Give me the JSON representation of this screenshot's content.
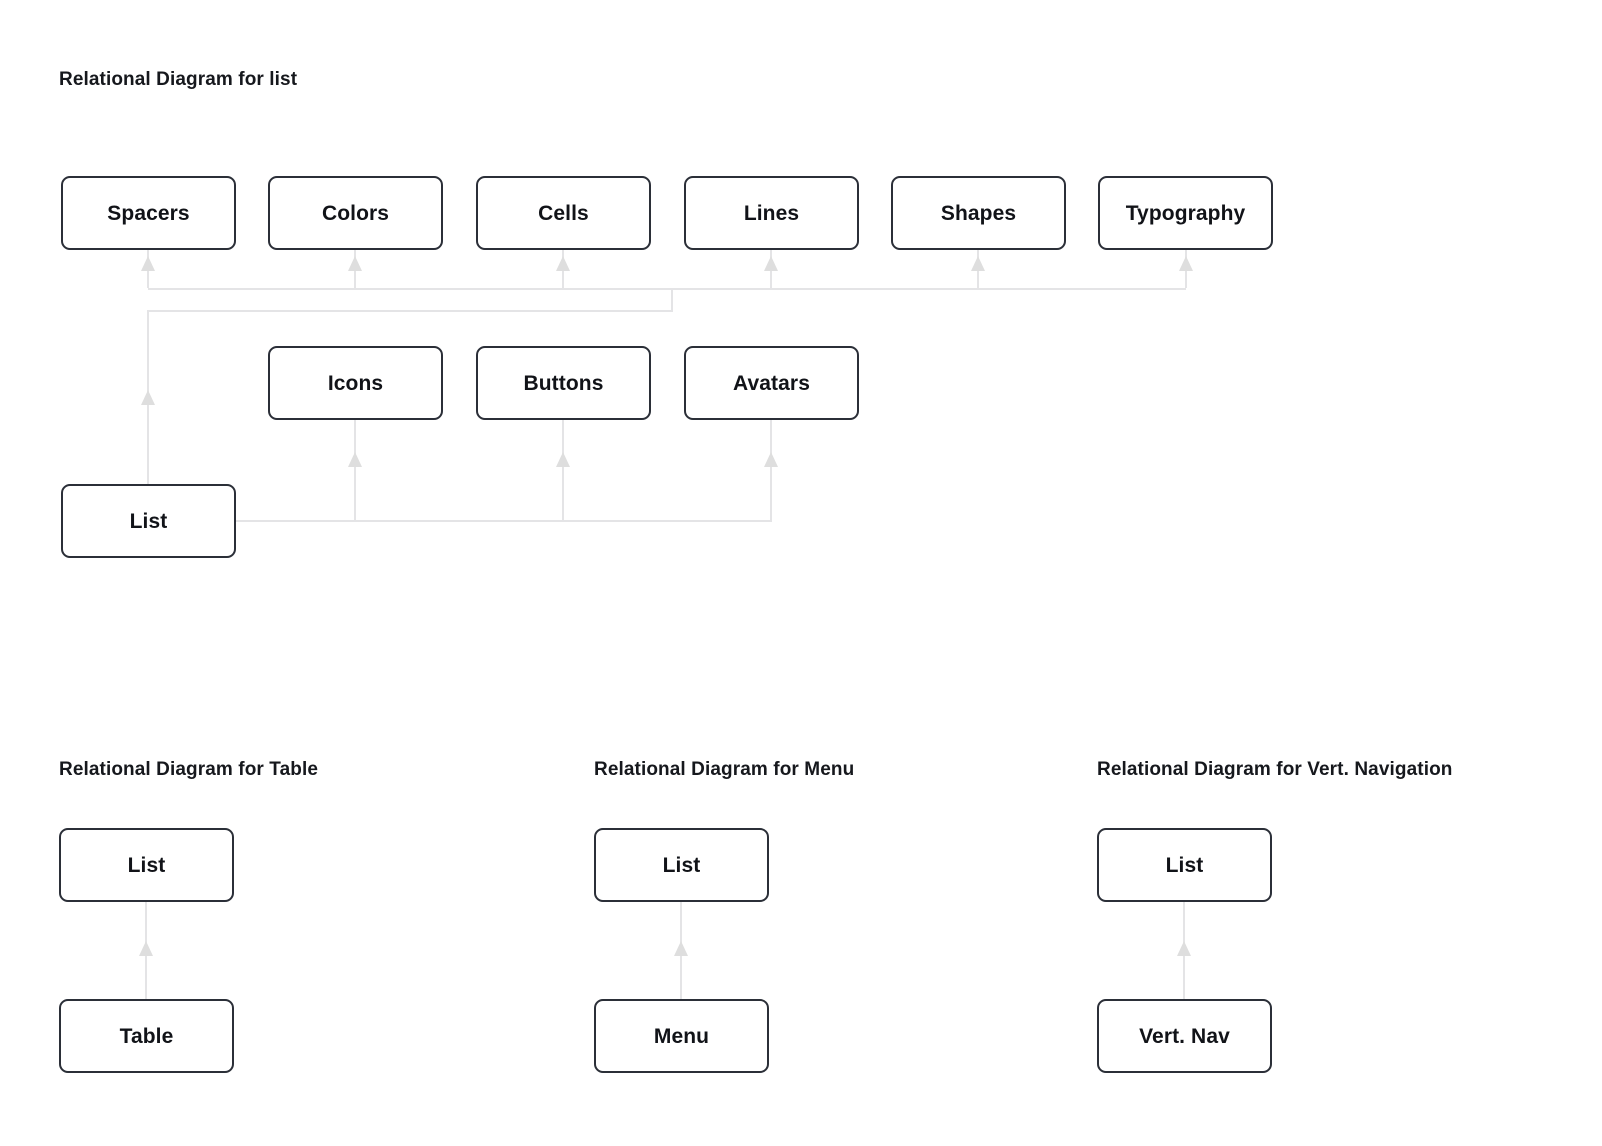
{
  "diagrams": [
    {
      "id": "list",
      "title": "Relational Diagram for list",
      "nodes": {
        "spacers": "Spacers",
        "colors": "Colors",
        "cells": "Cells",
        "lines": "Lines",
        "shapes": "Shapes",
        "typography": "Typography",
        "icons": "Icons",
        "buttons": "Buttons",
        "avatars": "Avatars",
        "list": "List"
      },
      "edges": [
        {
          "from": "List",
          "to": "Spacers"
        },
        {
          "from": "List",
          "to": "Colors"
        },
        {
          "from": "List",
          "to": "Cells"
        },
        {
          "from": "List",
          "to": "Lines"
        },
        {
          "from": "List",
          "to": "Shapes"
        },
        {
          "from": "List",
          "to": "Typography"
        },
        {
          "from": "List",
          "to": "Icons"
        },
        {
          "from": "List",
          "to": "Buttons"
        },
        {
          "from": "List",
          "to": "Avatars"
        }
      ]
    },
    {
      "id": "table",
      "title": "Relational Diagram for Table",
      "nodes": {
        "parent": "List",
        "child": "Table"
      },
      "edges": [
        {
          "from": "Table",
          "to": "List"
        }
      ]
    },
    {
      "id": "menu",
      "title": "Relational Diagram for Menu",
      "nodes": {
        "parent": "List",
        "child": "Menu"
      },
      "edges": [
        {
          "from": "Menu",
          "to": "List"
        }
      ]
    },
    {
      "id": "vertnav",
      "title": "Relational Diagram for Vert. Navigation",
      "nodes": {
        "parent": "List",
        "child": "Vert. Nav"
      },
      "edges": [
        {
          "from": "Vert. Nav",
          "to": "List"
        }
      ]
    }
  ],
  "colors": {
    "node_border": "#2b2f38",
    "node_fill": "#ffffff",
    "connector": "#e4e4e6",
    "arrowhead": "#dedede",
    "text": "#16181d",
    "background": "#ffffff"
  }
}
